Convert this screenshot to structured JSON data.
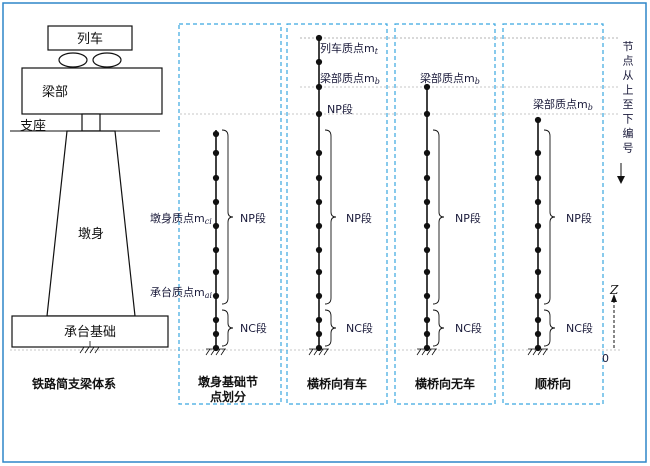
{
  "structure": {
    "train": "列车",
    "girder": "梁部",
    "bearing": "支座",
    "pier": "墩身",
    "foundation": "承台基础",
    "caption": "铁路简支梁体系"
  },
  "panels": [
    {
      "caption": "墩身基础节点划分",
      "labels": {
        "pier_mass": "墩身质点m",
        "pier_mass_sub": "ci",
        "cap_mass": "承台质点m",
        "cap_mass_sub": "ai"
      },
      "np": "NP段",
      "nc": "NC段"
    },
    {
      "caption": "横桥向有车",
      "labels": {
        "train_mass": "列车质点m",
        "train_mass_sub": "t",
        "girder_mass": "梁部质点m",
        "girder_mass_sub": "b"
      },
      "np_top": "NP段",
      "np": "NP段",
      "nc": "NC段"
    },
    {
      "caption": "横桥向无车",
      "labels": {
        "girder_mass": "梁部质点m",
        "girder_mass_sub": "b"
      },
      "np": "NP段",
      "nc": "NC段"
    },
    {
      "caption": "顺桥向",
      "labels": {
        "girder_mass": "梁部质点m",
        "girder_mass_sub": "b"
      },
      "np": "NP段",
      "nc": "NC段"
    }
  ],
  "side_note": "节点从上至下编号",
  "axis": {
    "z": "Z",
    "origin": "0"
  },
  "colors": {
    "frame": "#2e86c8",
    "dash": "#3aa6e0",
    "dash_top": "#7a7a7a",
    "text": "#111111",
    "label": "#1a1a3a"
  }
}
